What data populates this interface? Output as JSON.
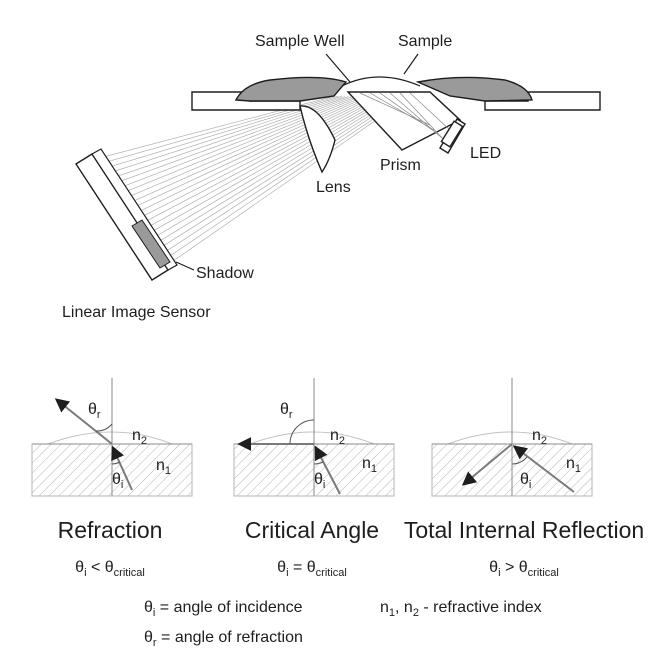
{
  "top_diagram": {
    "labels": {
      "sample_well": "Sample Well",
      "sample": "Sample",
      "lens": "Lens",
      "prism": "Prism",
      "led": "LED",
      "shadow": "Shadow",
      "sensor": "Linear Image Sensor"
    }
  },
  "panels": [
    {
      "title": "Refraction",
      "theta_r": "θ",
      "theta_r_sub": "r",
      "theta_i": "θ",
      "theta_i_sub": "i",
      "n2": "n",
      "n2_sub": "2",
      "n1": "n",
      "n1_sub": "1",
      "condition": {
        "lhs": "θ",
        "lhs_sub": "i",
        "op": " < ",
        "rhs": "θ",
        "rhs_sub": "critical"
      }
    },
    {
      "title": "Critical Angle",
      "theta_r": "θ",
      "theta_r_sub": "r",
      "theta_i": "θ",
      "theta_i_sub": "i",
      "n2": "n",
      "n2_sub": "2",
      "n1": "n",
      "n1_sub": "1",
      "condition": {
        "lhs": "θ",
        "lhs_sub": "i",
        "op": " = ",
        "rhs": "θ",
        "rhs_sub": "critical"
      }
    },
    {
      "title": "Total Internal Reflection",
      "theta_i": "θ",
      "theta_i_sub": "i",
      "n2": "n",
      "n2_sub": "2",
      "n1": "n",
      "n1_sub": "1",
      "condition": {
        "lhs": "θ",
        "lhs_sub": "i",
        "op": " > ",
        "rhs": "θ",
        "rhs_sub": "critical"
      }
    }
  ],
  "legend": {
    "incidence": {
      "sym": "θ",
      "sub": "i",
      "text": " = angle of incidence"
    },
    "refraction": {
      "sym": "θ",
      "sub": "r",
      "text": " = angle of refraction"
    },
    "index": {
      "a": "n",
      "a_sub": "1",
      "sep": ", n",
      "b_sub": "2",
      "text": " - refractive index"
    }
  },
  "colors": {
    "ink": "#1e1e1e",
    "gray_fill": "#9a9a9a",
    "hatch": "#b5b5b5",
    "ray": "#7a7a7a",
    "light_ray": "#b0b0b0"
  }
}
